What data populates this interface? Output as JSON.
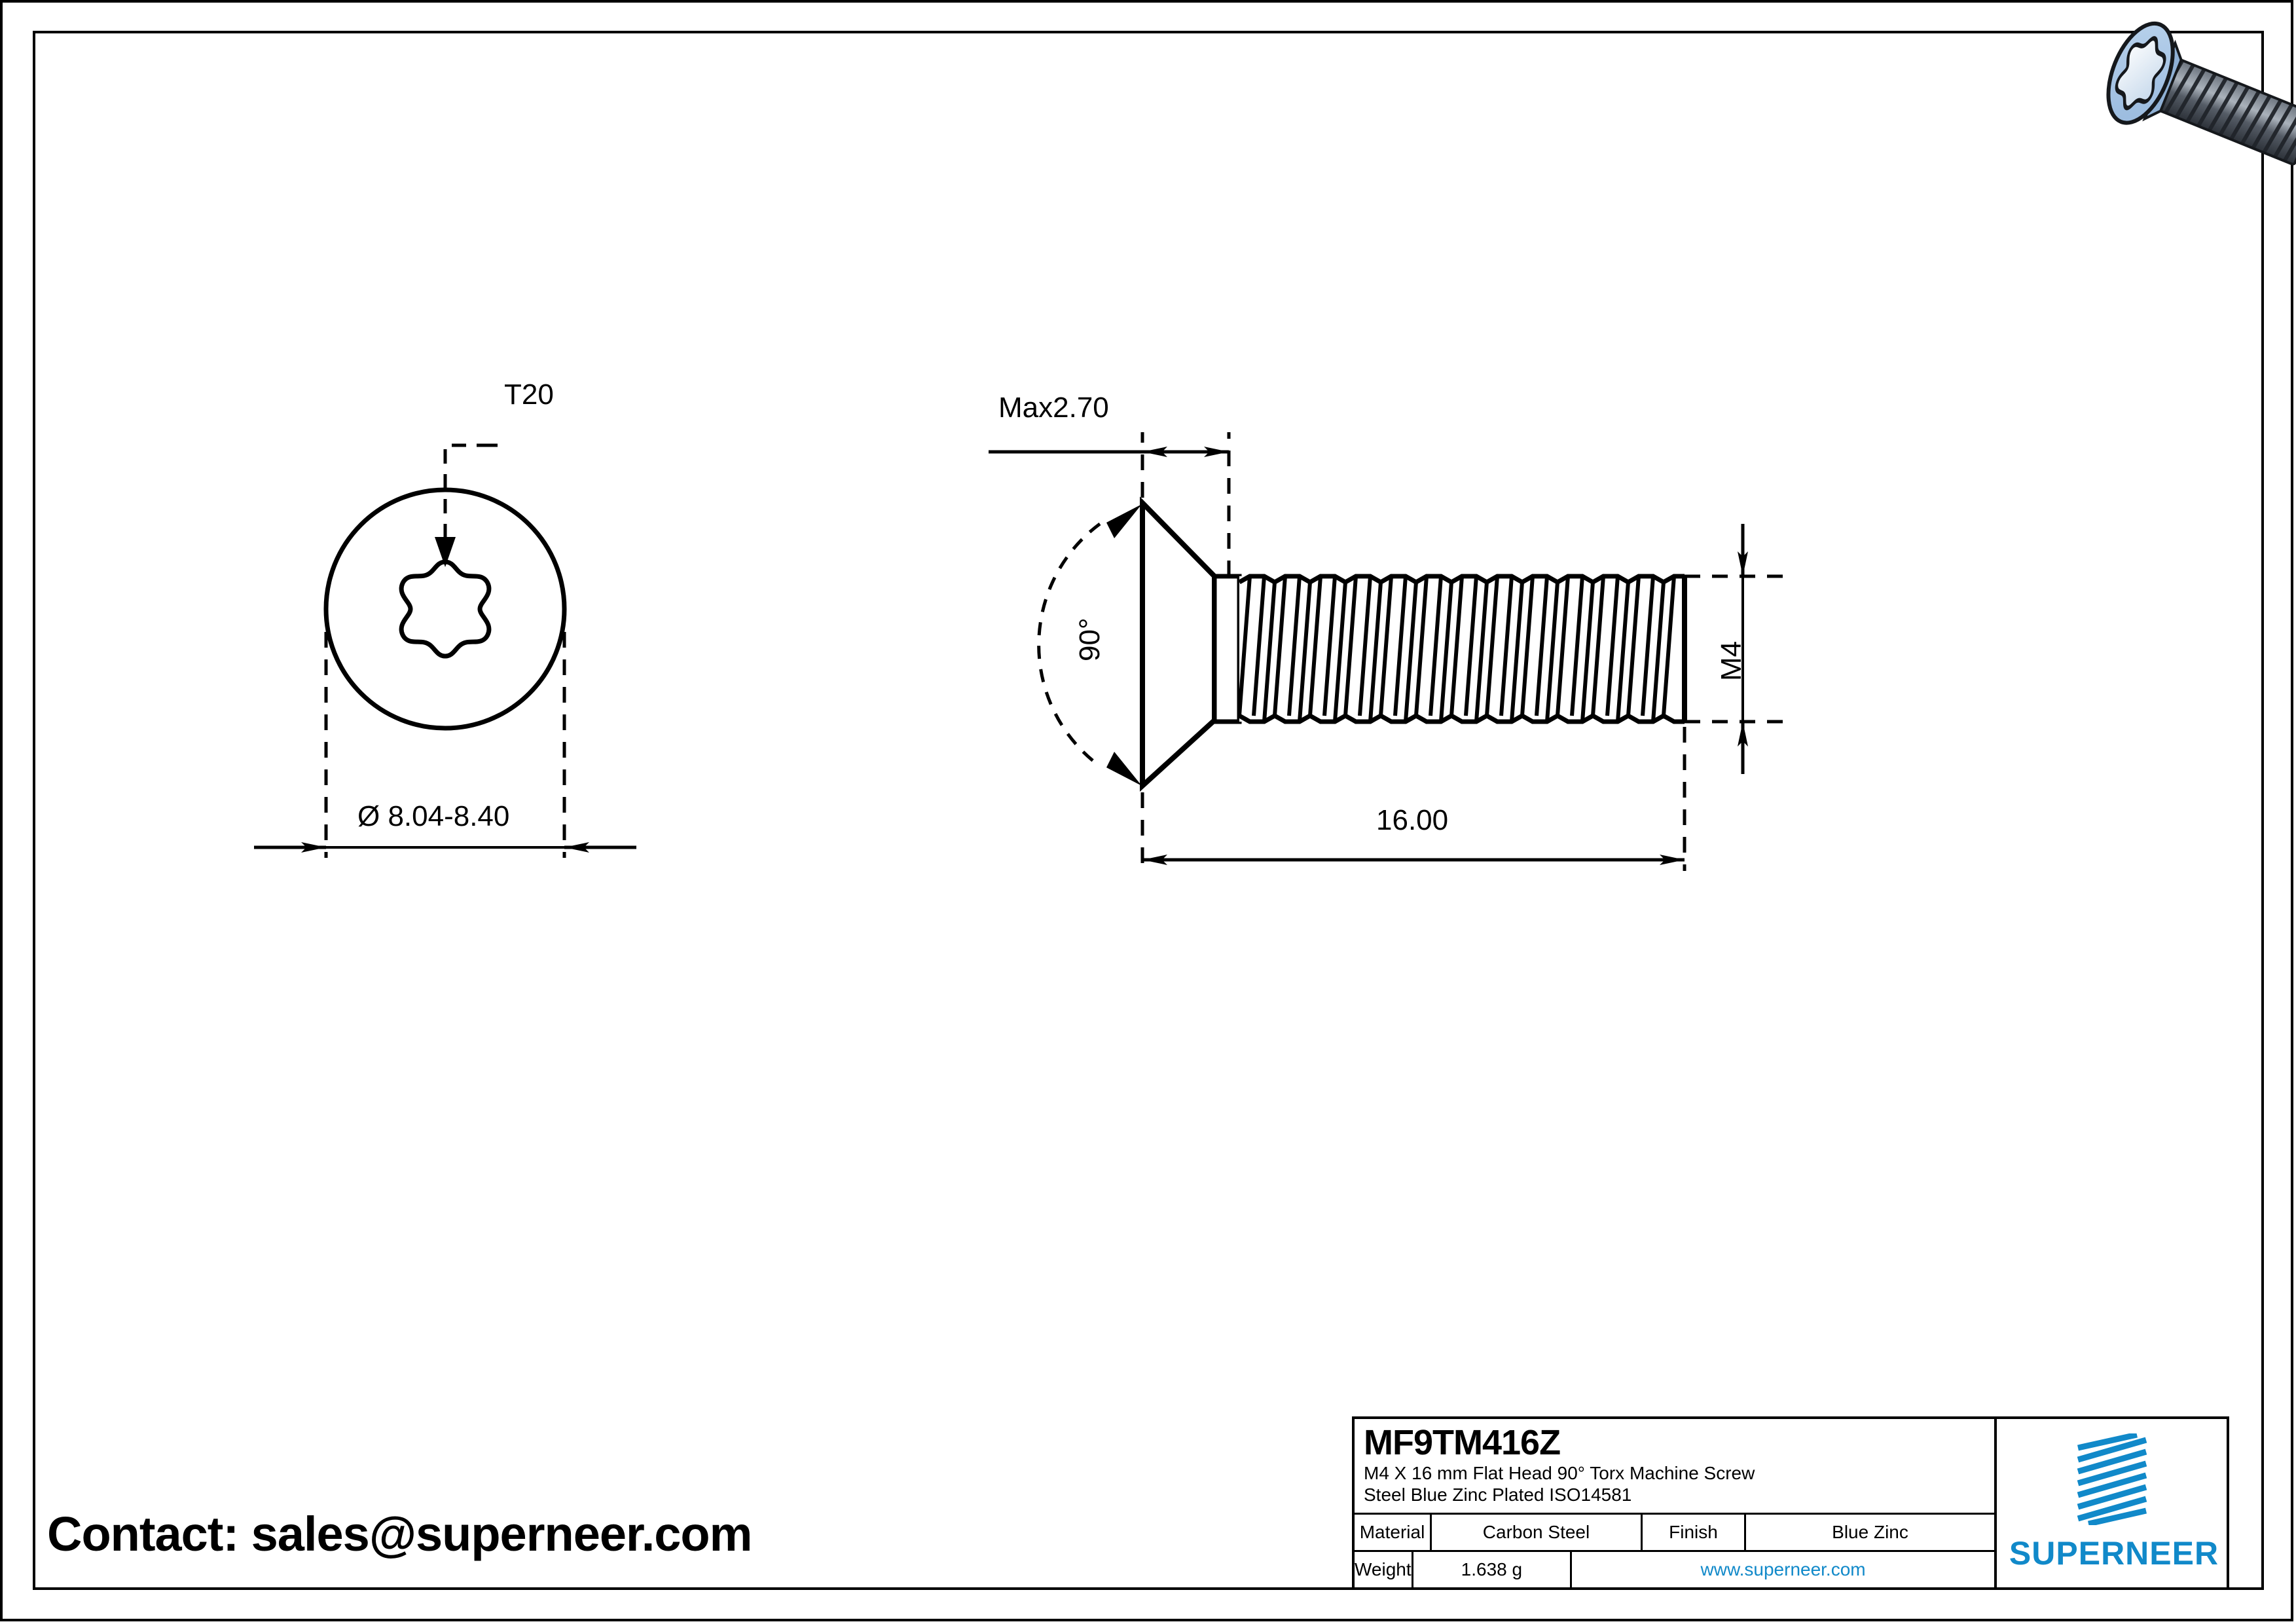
{
  "drawing": {
    "views": {
      "head_view": {
        "name": "torx-head-top-view",
        "drive_callout": "T20",
        "diameter_dimension": "Ø 8.04-8.40"
      },
      "side_view": {
        "name": "screw-side-view",
        "head_height_dimension": "Max2.70",
        "countersink_angle": "90°",
        "thread_size": "M4",
        "length_dimension": "16.00"
      }
    },
    "isometric_preview": {
      "name": "screw-3d-preview",
      "head_color": "#aecbe8",
      "shank_color": "#4a5058"
    }
  },
  "contact": {
    "text": "Contact: sales@superneer.com"
  },
  "title_block": {
    "part_number": "MF9TM416Z",
    "description_line1": "M4  X 16 mm Flat Head 90°  Torx Machine Screw",
    "description_line2": "Steel Blue Zinc Plated ISO14581",
    "rows": [
      {
        "label": "Material",
        "value": "Carbon Steel",
        "label2": "Finish",
        "value2": "Blue Zinc"
      },
      {
        "label": "Weight",
        "value": "1.638 g",
        "website": "www.superneer.com"
      }
    ],
    "brand": {
      "name": "SUPERNEER",
      "color": "#1189c9"
    }
  }
}
